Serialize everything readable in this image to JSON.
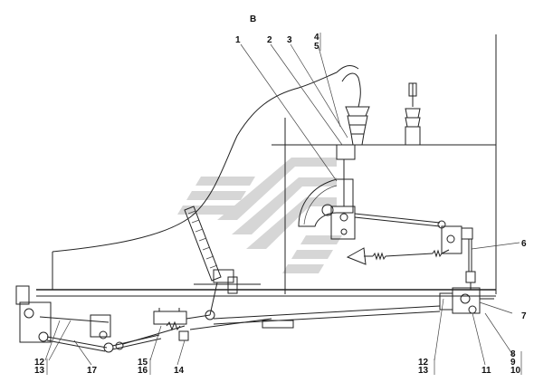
{
  "view_label": "B",
  "labels": [
    "1",
    "2",
    "3",
    "4",
    "5",
    "6",
    "7",
    "8",
    "9",
    "10",
    "11",
    "12",
    "13",
    "14",
    "15",
    "16",
    "17"
  ],
  "colors": {
    "watermark": "#c9c9c9",
    "line": "#222222",
    "background": "#ffffff"
  }
}
